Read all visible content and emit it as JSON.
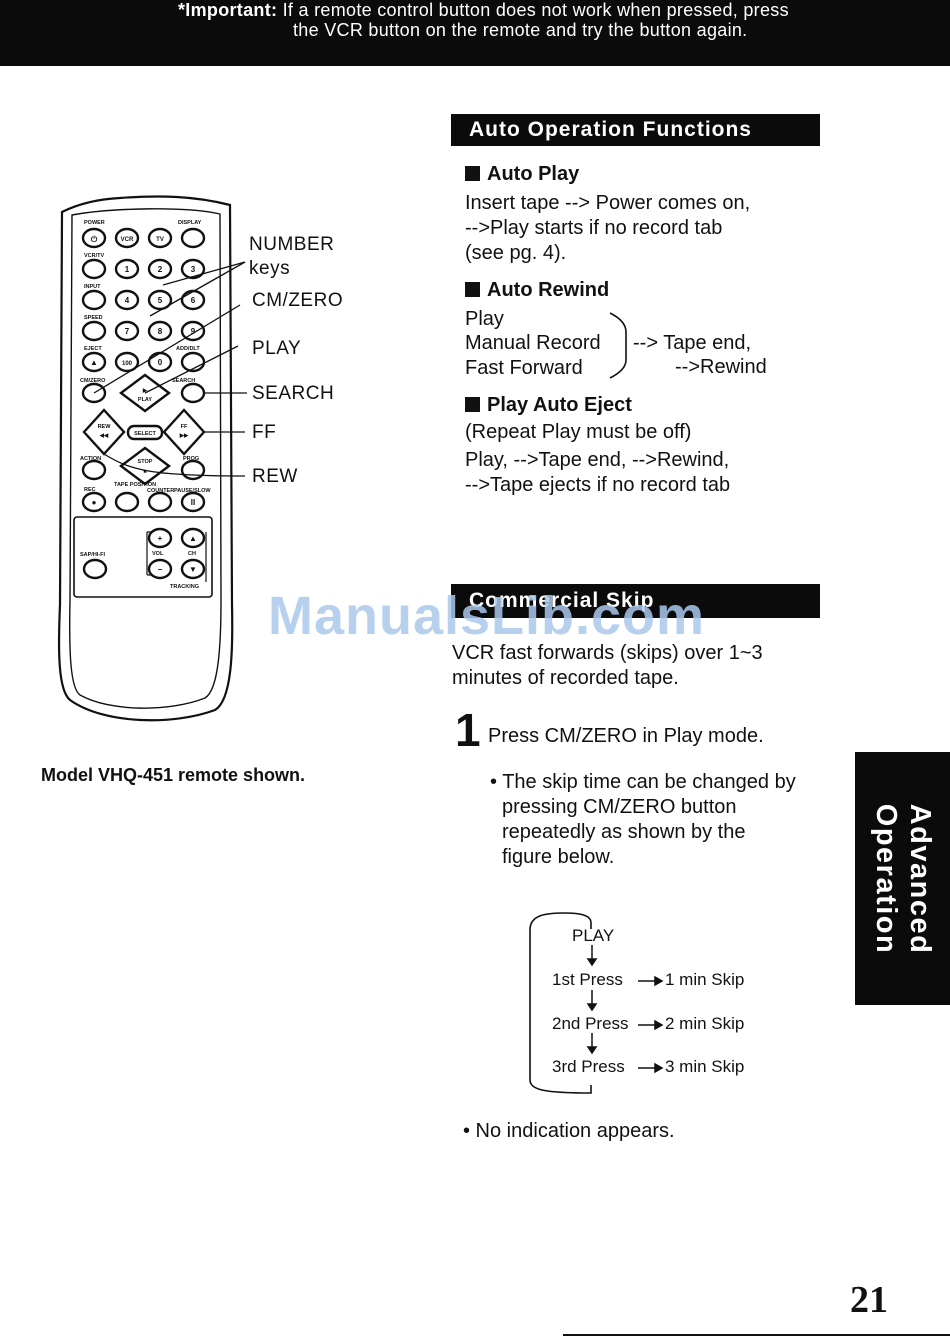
{
  "important": {
    "lead": "*Important:",
    "line1": "If a remote control button does not work when pressed, press",
    "line2": "the VCR button on the remote and try the button again."
  },
  "remote": {
    "buttons": {
      "power": "POWER",
      "display": "DISPLAY",
      "vcr": "VCR",
      "tv": "TV",
      "vcrtv": "VCR/TV",
      "input": "INPUT",
      "speed": "SPEED",
      "eject": "EJECT",
      "addlt": "ADD/DLT",
      "cmzero": "CM/ZERO",
      "search": "SEARCH",
      "play": "PLAY",
      "rew": "REW",
      "ff": "FF",
      "select": "SELECT",
      "action": "ACTION",
      "stop": "STOP",
      "prog": "PROG",
      "rec": "REC",
      "tape_position": "TAPE POSITION",
      "counter": "COUNTER",
      "pause": "PAUSE/SLOW",
      "sap": "SAP/HI-FI",
      "vol": "VOL",
      "ch": "CH",
      "tracking": "TRACKING",
      "n0": "0",
      "n1": "1",
      "n2": "2",
      "n3": "3",
      "n4": "4",
      "n5": "5",
      "n6": "6",
      "n7": "7",
      "n8": "8",
      "n9": "9",
      "n100": "100"
    },
    "callouts": {
      "number": "NUMBER",
      "keys": "keys",
      "cmzero": "CM/ZERO",
      "play": "PLAY",
      "search": "SEARCH",
      "ff": "FF",
      "rew": "REW"
    },
    "caption": "Model VHQ-451 remote shown."
  },
  "auto_ops": {
    "header": "Auto  Operation  Functions",
    "auto_play": {
      "title": "Auto Play",
      "lines": [
        "Insert tape --> Power comes on,",
        "-->Play starts if no record tab",
        "(see pg. 4)."
      ]
    },
    "auto_rewind": {
      "title": "Auto Rewind",
      "modes": [
        "Play",
        "Manual Record",
        "Fast Forward"
      ],
      "arrow1": "--> Tape end,",
      "arrow2": "-->Rewind"
    },
    "play_auto_eject": {
      "title": "Play Auto Eject",
      "lines": [
        "(Repeat Play must be off)",
        "Play, -->Tape end, -->Rewind,",
        "-->Tape ejects if no record tab"
      ]
    }
  },
  "commercial_skip": {
    "header": "Commercial Skip",
    "intro": [
      "VCR fast forwards (skips) over 1~3",
      "minutes of recorded tape."
    ],
    "step_number": "1",
    "step_text": "Press CM/ZERO in Play mode.",
    "bullet1": [
      "• The skip time can be changed by",
      "pressing CM/ZERO button",
      "repeatedly as shown by the",
      "figure below."
    ],
    "flow": {
      "start": "PLAY",
      "rows": [
        {
          "label": "1st  Press",
          "result": "1 min Skip"
        },
        {
          "label": "2nd Press",
          "result": "2 min Skip"
        },
        {
          "label": "3rd  Press",
          "result": "3 min Skip"
        }
      ]
    },
    "bullet2": "• No indication appears."
  },
  "side_tab": {
    "line1": "Advanced",
    "line2": "Operation"
  },
  "page_number": "21",
  "watermark": "ManualsLib.com"
}
